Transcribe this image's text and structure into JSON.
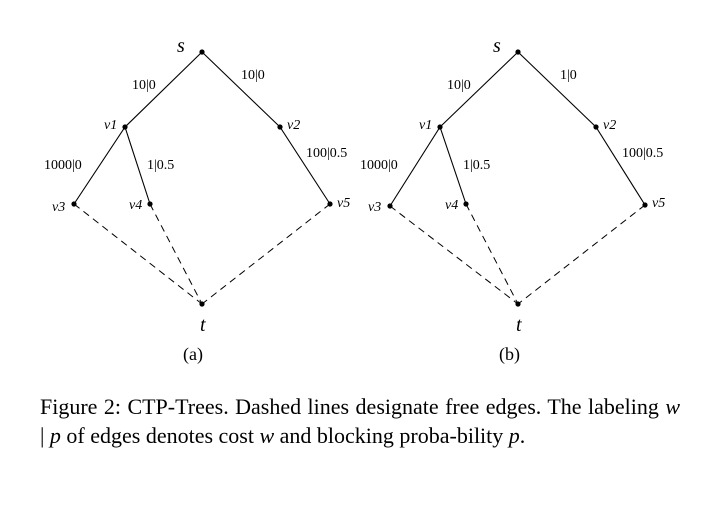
{
  "panels": [
    {
      "label": "(a)",
      "nodes": {
        "s": "s",
        "v1": "v1",
        "v2": "v2",
        "v3": "v3",
        "v4": "v4",
        "v5": "v5",
        "t": "t"
      },
      "edges": {
        "s_v1": "10|0",
        "s_v2": "10|0",
        "v1_v3": "1000|0",
        "v1_v4": "1|0.5",
        "v2_v5": "100|0.5"
      }
    },
    {
      "label": "(b)",
      "nodes": {
        "s": "s",
        "v1": "v1",
        "v2": "v2",
        "v3": "v3",
        "v4": "v4",
        "v5": "v5",
        "t": "t"
      },
      "edges": {
        "s_v1": "10|0",
        "s_v2": "1|0",
        "v1_v3": "1000|0",
        "v1_v4": "1|0.5",
        "v2_v5": "100|0.5"
      }
    }
  ],
  "caption": {
    "p1": "Figure 2: CTP-Trees. Dashed lines designate free edges. The labeling ",
    "w1": "w",
    "bar": " | ",
    "p1b": "p",
    "p2": " of edges denotes cost ",
    "w2": "w",
    "p3": " and blocking proba-bility ",
    "p4": "p",
    "p5": "."
  }
}
